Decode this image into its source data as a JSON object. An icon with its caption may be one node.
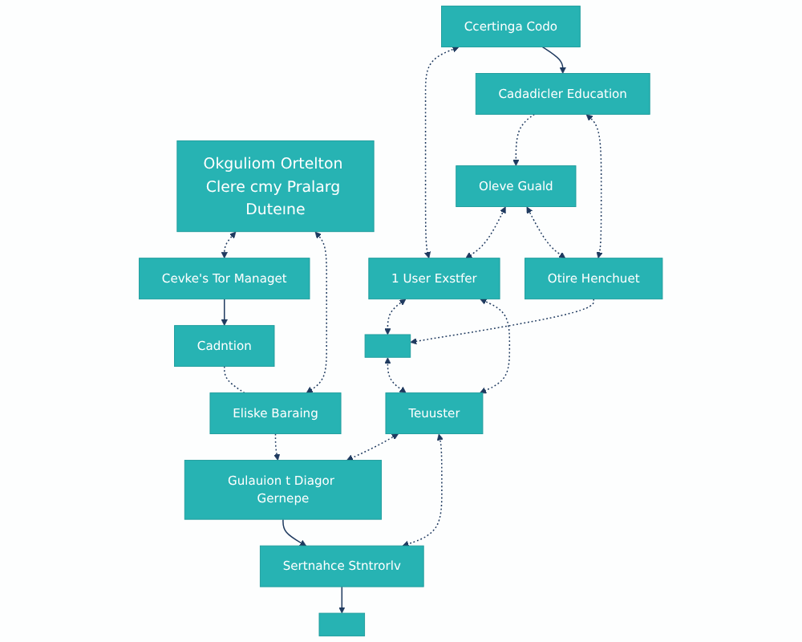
{
  "diagram": {
    "nodes": [
      {
        "text": [
          "Okguliom Ortelton Clere cmy Pralarg Duteıne"
        ]
      },
      {
        "text": [
          "Cevke's Tor Managet"
        ]
      },
      {
        "text": [
          "Eliske Baraing"
        ]
      },
      {
        "text": [
          "Cadntion"
        ]
      },
      {
        "text": [
          "Ccertinga Codo"
        ]
      },
      {
        "text": [
          "1 User Exstfer"
        ]
      },
      {
        "text": [
          "Gulauion t Diagor Gernepe"
        ]
      },
      {
        "text": [
          "Cadadicler Education"
        ]
      },
      {
        "text": [
          "Oleve Guald"
        ]
      },
      {
        "text": [
          "Teuuster"
        ]
      },
      {
        "text": [
          "Sertnahce Stntrorlv"
        ]
      },
      {
        "text": [
          "Otire Henchuet"
        ]
      },
      {
        "text": [],
        "shape": "box"
      },
      {
        "text": [],
        "shape": "box"
      }
    ],
    "edges": [
      {
        "from": 0,
        "to": 1,
        "arrow": "both",
        "style": "dashed"
      },
      {
        "from": 0,
        "to": 2,
        "arrow": "both",
        "style": "dashed"
      },
      {
        "from": 1,
        "to": 3,
        "arrow": "to"
      },
      {
        "from": 3,
        "to": 2,
        "arrow": "none",
        "style": "dashed"
      },
      {
        "from": 2,
        "to": 6,
        "arrow": "to",
        "style": "dashed"
      },
      {
        "from": 4,
        "to": 5,
        "arrow": "both",
        "style": "dashed"
      },
      {
        "from": 4,
        "to": 7,
        "arrow": "to"
      },
      {
        "from": 8,
        "to": 5,
        "arrow": "both",
        "style": "dashed"
      },
      {
        "from": 7,
        "to": 8,
        "arrow": "to",
        "style": "dashed"
      },
      {
        "from": 7,
        "to": 11,
        "arrow": "both",
        "style": "dashed"
      },
      {
        "from": 8,
        "to": 11,
        "arrow": "both",
        "style": "dashed"
      },
      {
        "from": 5,
        "to": 12,
        "arrow": "both",
        "style": "dashed"
      },
      {
        "from": 5,
        "to": 9,
        "arrow": "both",
        "style": "dashed"
      },
      {
        "from": 9,
        "to": 6,
        "arrow": "both",
        "style": "dashed"
      },
      {
        "from": 9,
        "to": 10,
        "arrow": "both",
        "style": "dashed"
      },
      {
        "from": 12,
        "to": 9,
        "arrow": "both",
        "style": "dashed"
      },
      {
        "from": 6,
        "to": 10,
        "arrow": "to"
      },
      {
        "from": 10,
        "to": 13,
        "arrow": "to"
      },
      {
        "from": 11,
        "to": 12,
        "arrow": "to",
        "style": "dashed"
      }
    ]
  }
}
